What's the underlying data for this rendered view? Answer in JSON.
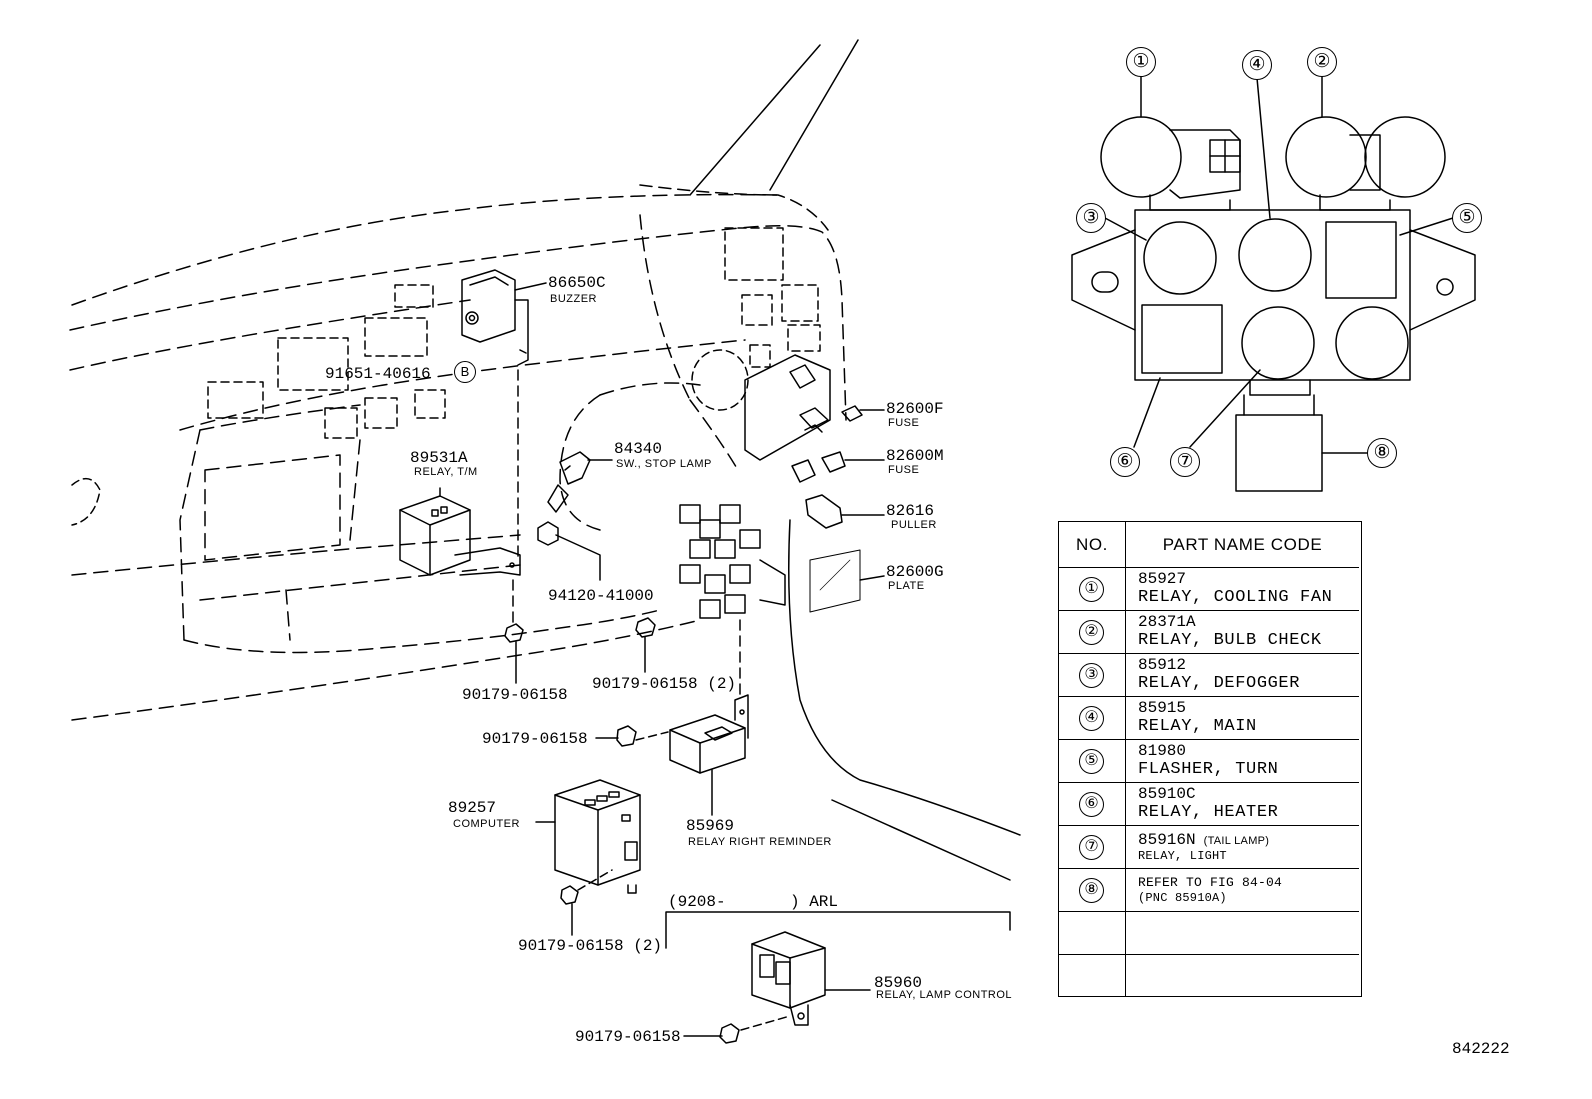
{
  "parts": {
    "buzzer": {
      "code": "86650C",
      "name": "BUZZER"
    },
    "bolt_b": {
      "code": "91651-40616",
      "marker": "B"
    },
    "relay_tm": {
      "code": "89531A",
      "name": "RELAY, T/M"
    },
    "stop_lamp_switch": {
      "code": "84340",
      "name": "SW., STOP LAMP"
    },
    "nut": {
      "code": "94120-41000"
    },
    "fuse_f": {
      "code": "82600F",
      "name": "FUSE"
    },
    "fuse_m": {
      "code": "82600M",
      "name": "FUSE"
    },
    "puller": {
      "code": "82616",
      "name": "PULLER"
    },
    "plate": {
      "code": "82600G",
      "name": "PLATE"
    },
    "bolt_1": {
      "code": "90179-06158"
    },
    "bolt_2": {
      "code": "90179-06158 (2)"
    },
    "bolt_3": {
      "code": "90179-06158"
    },
    "relay_reminder": {
      "code": "85969",
      "name": "RELAY RIGHT REMINDER"
    },
    "computer": {
      "code": "89257",
      "name": "COMPUTER"
    },
    "bolt_4": {
      "code": "90179-06158 (2)"
    },
    "arl_range": {
      "start": "(9208-",
      "end": ") ARL"
    },
    "lamp_control": {
      "code": "85960",
      "name": "RELAY, LAMP CONTROL"
    },
    "bolt_5": {
      "code": "90179-06158"
    }
  },
  "callouts": [
    "①",
    "②",
    "③",
    "④",
    "⑤",
    "⑥",
    "⑦",
    "⑧"
  ],
  "table": {
    "header_no": "NO.",
    "header_name": "PART NAME CODE",
    "rows": [
      {
        "no": "①",
        "code": "85927",
        "name": "RELAY, COOLING FAN"
      },
      {
        "no": "②",
        "code": "28371A",
        "name": "RELAY, BULB CHECK"
      },
      {
        "no": "③",
        "code": "85912",
        "name": "RELAY, DEFOGGER"
      },
      {
        "no": "④",
        "code": "85915",
        "name": "RELAY, MAIN"
      },
      {
        "no": "⑤",
        "code": "81980",
        "name": "FLASHER, TURN"
      },
      {
        "no": "⑥",
        "code": "85910C",
        "name": "RELAY, HEATER"
      },
      {
        "no": "⑦",
        "code": "85916N",
        "note": "(TAIL LAMP)",
        "name": "RELAY, LIGHT"
      },
      {
        "no": "⑧",
        "code": "REFER TO FIG 84-04",
        "name": "(PNC 85910A)"
      }
    ]
  },
  "figure_number": "842222"
}
